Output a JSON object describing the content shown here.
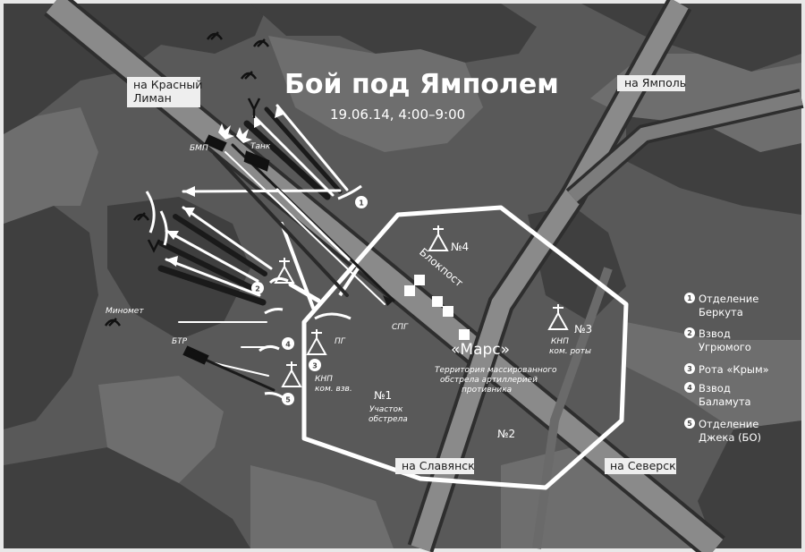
{
  "title": "Бой под Ямполем",
  "subtitle": "19.06.14, 4:00–9:00",
  "roads": {
    "krasny_liman_1": "на Красный",
    "krasny_liman_2": "Лиман",
    "yampol": "на Ямполь",
    "slavyansk": "на Славянск",
    "seversk": "на Северск"
  },
  "map_labels": {
    "blockpost": "Блокпост",
    "mars": "«Марс»",
    "mars_desc_1": "Территория массированного",
    "mars_desc_2": "обстрела артиллерией",
    "mars_desc_3": "противника",
    "sector_1": "№1",
    "sector_1_desc_1": "Участок",
    "sector_1_desc_2": "обстрела",
    "sector_2": "№2",
    "sector_3": "№3",
    "sector_4": "№4",
    "knp_roty_1": "КНП",
    "knp_roty_2": "ком. роты",
    "knp_vzv_1": "КНП",
    "knp_vzv_2": "ком. взв.",
    "pg": "ПГ",
    "spg": "СПГ",
    "bmp": "БМП",
    "tank": "Танк",
    "btr": "БТР",
    "minomet": "Миномет"
  },
  "unit_markers": [
    "1",
    "2",
    "3",
    "4",
    "5"
  ],
  "legend": [
    {
      "num": "1",
      "line1": "Отделение",
      "line2": "Беркута"
    },
    {
      "num": "2",
      "line1": "Взвод",
      "line2": "Угрюмого"
    },
    {
      "num": "3",
      "line1": "Рота «Крым»",
      "line2": ""
    },
    {
      "num": "4",
      "line1": "Взвод",
      "line2": "Баламута"
    },
    {
      "num": "5",
      "line1": "Отделение",
      "line2": "Джека (БО)"
    }
  ],
  "colors": {
    "background": "#595959",
    "terrain_dark": "#3d3d3d",
    "terrain_light": "#707070",
    "road": "#858585",
    "zone": "#ffffff"
  }
}
